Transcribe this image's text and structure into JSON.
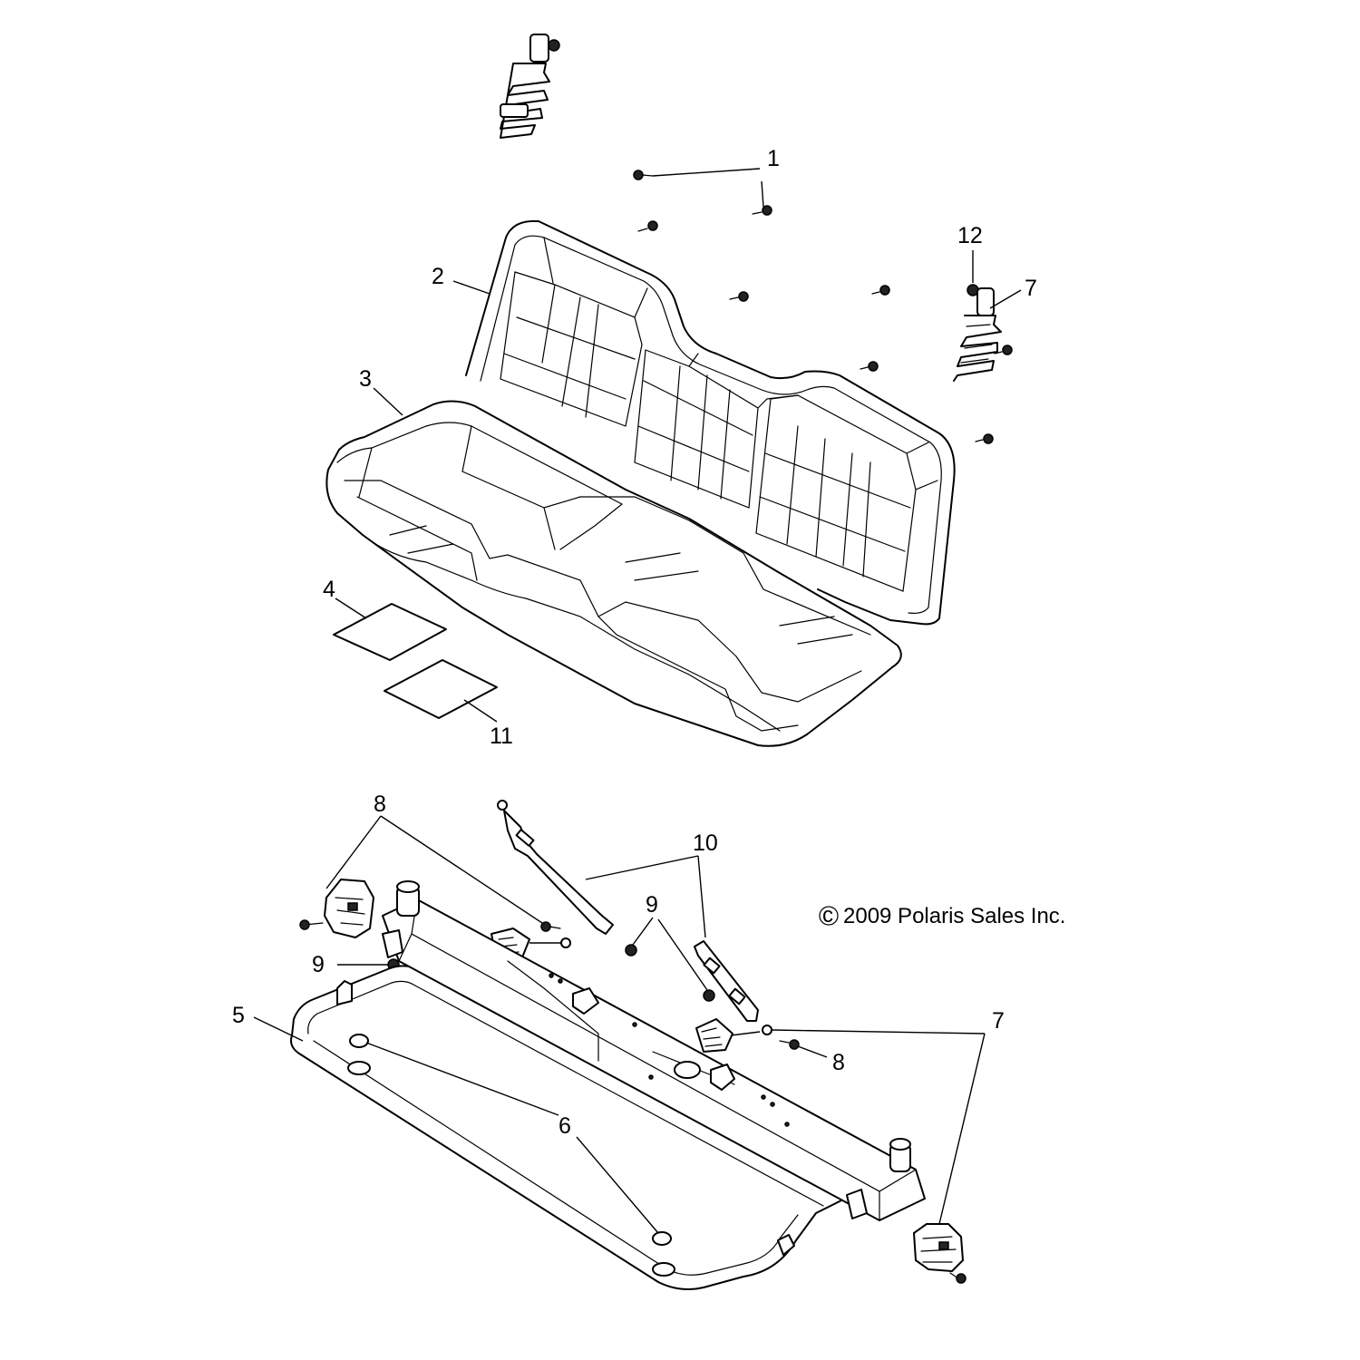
{
  "diagram": {
    "callouts": [
      {
        "id": "c1",
        "label": "1"
      },
      {
        "id": "c2",
        "label": "2"
      },
      {
        "id": "c3",
        "label": "3"
      },
      {
        "id": "c4",
        "label": "4"
      },
      {
        "id": "c5",
        "label": "5"
      },
      {
        "id": "c6",
        "label": "6"
      },
      {
        "id": "c7a",
        "label": "7"
      },
      {
        "id": "c7b",
        "label": "7"
      },
      {
        "id": "c8a",
        "label": "8"
      },
      {
        "id": "c8b",
        "label": "8"
      },
      {
        "id": "c9a",
        "label": "9"
      },
      {
        "id": "c9b",
        "label": "9"
      },
      {
        "id": "c10",
        "label": "10"
      },
      {
        "id": "c11",
        "label": "11"
      },
      {
        "id": "c12",
        "label": "12"
      }
    ],
    "copyright": "c 2009 Polaris Sales Inc.",
    "copyright_symbol": "c",
    "copyright_text": "2009 Polaris Sales Inc."
  }
}
